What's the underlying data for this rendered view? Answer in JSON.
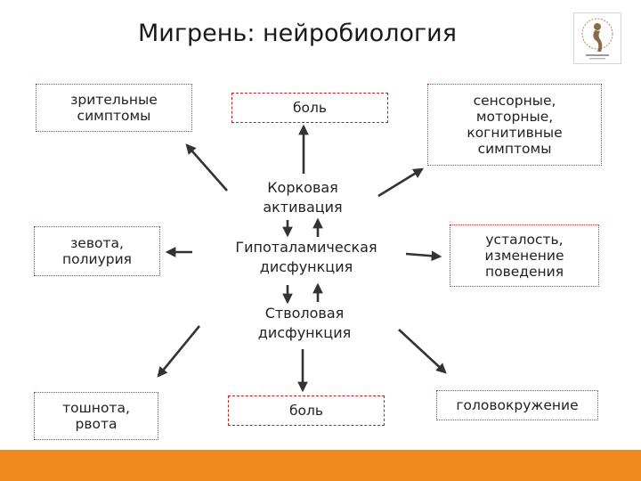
{
  "title": "Мигрень: нейробиология",
  "boxes": {
    "visual": "зрительные\nсимптомы",
    "pain_top": "боль",
    "sensory": "сенсорные,\nмоторные,\nкогнитивные\nсимптомы",
    "yawning": "зевота,\nполиурия",
    "fatigue": "усталость,\nизменение\nповедения",
    "nausea": "тошнота,\nрвота",
    "pain_bottom": "боль",
    "dizziness": "головокружение"
  },
  "centers": {
    "cortical": "Корковая\nактивация",
    "hypothalamic": "Гипоталамическая\nдисфункция",
    "brainstem": "Стволовая\nдисфункция"
  },
  "colors": {
    "footer": "#f08a1f",
    "box_border": "#c0392b",
    "arrow": "#333333"
  }
}
